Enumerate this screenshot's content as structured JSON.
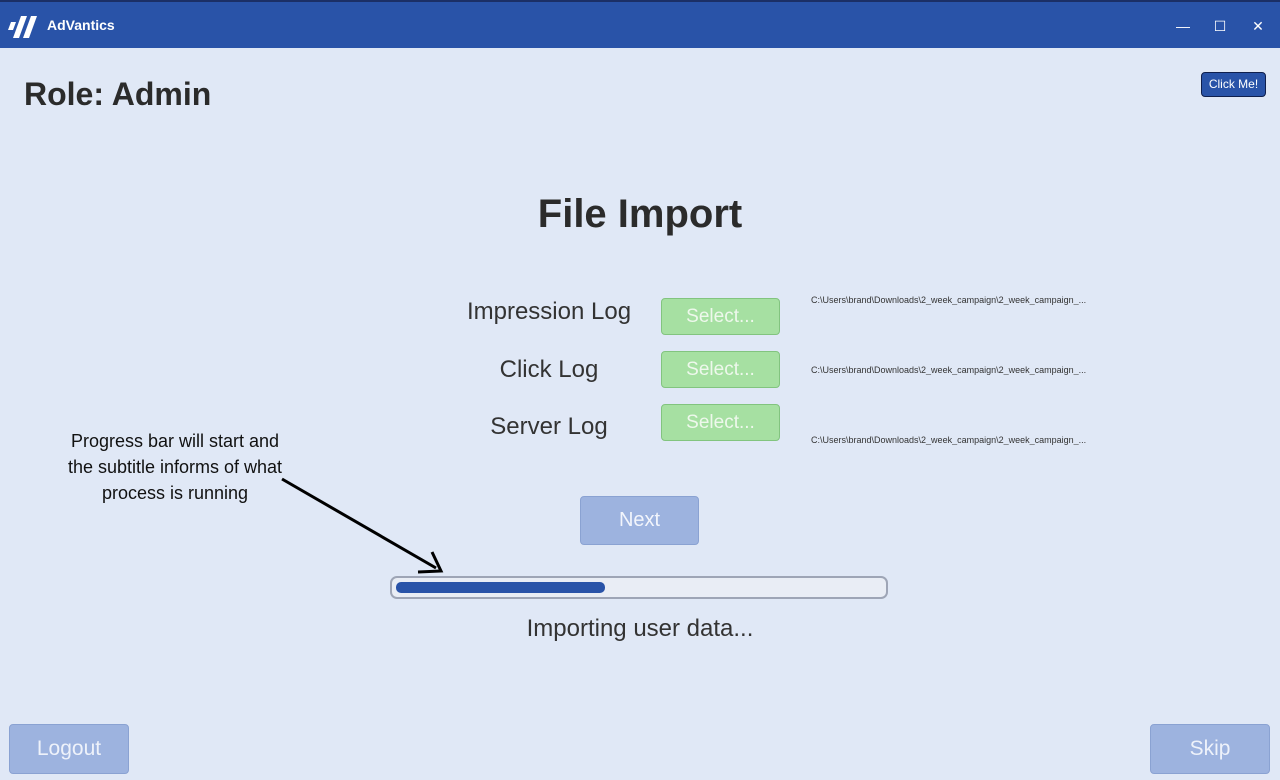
{
  "app": {
    "title": "AdVantics",
    "icon": "advantics-logo-icon"
  },
  "window_controls": {
    "minimize": "—",
    "maximize": "☐",
    "close": "✕"
  },
  "header": {
    "role_label": "Role: Admin",
    "help_button": "Click Me!"
  },
  "page_title": "File Import",
  "logs": [
    {
      "label": "Impression Log",
      "button": "Select...",
      "path": "C:\\Users\\brand\\Downloads\\2_week_campaign\\2_week_campaign_..."
    },
    {
      "label": "Click Log",
      "button": "Select...",
      "path": "C:\\Users\\brand\\Downloads\\2_week_campaign\\2_week_campaign_..."
    },
    {
      "label": "Server Log",
      "button": "Select...",
      "path": "C:\\Users\\brand\\Downloads\\2_week_campaign\\2_week_campaign_..."
    }
  ],
  "next_button": "Next",
  "progress": {
    "fraction": 0.43,
    "status": "Importing user data..."
  },
  "annotation": "Progress bar will start and the subtitle informs of what process is running",
  "footer": {
    "logout_button": "Logout",
    "skip_button": "Skip"
  },
  "colors": {
    "titlebar": "#2953a8",
    "background": "#e0e8f6",
    "select_button": "#a6e0a2",
    "disabled_button": "#9db3df",
    "progress_fill": "#2953a8"
  }
}
